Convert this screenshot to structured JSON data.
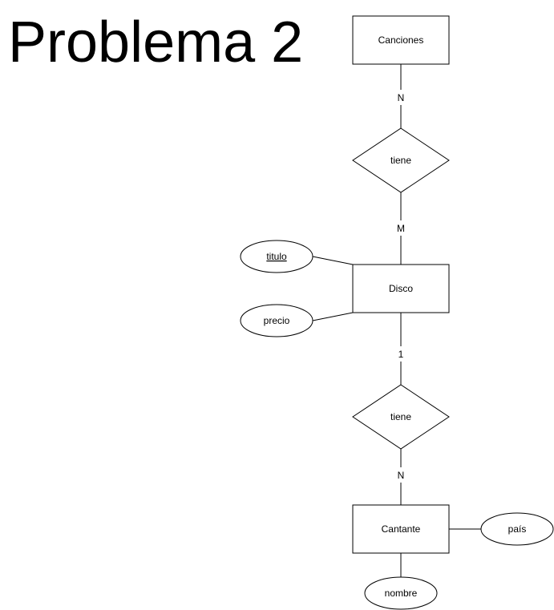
{
  "title": "Problema 2",
  "entities": {
    "canciones": "Canciones",
    "disco": "Disco",
    "cantante": "Cantante"
  },
  "relationships": {
    "tiene_top": "tiene",
    "tiene_bottom": "tiene"
  },
  "attributes": {
    "titulo": "titulo",
    "precio": "precio",
    "pais": "país",
    "nombre": "nombre"
  },
  "cardinalities": {
    "canciones_tiene": "N",
    "tiene_disco": "M",
    "disco_tiene": "1",
    "tiene_cantante": "N"
  }
}
